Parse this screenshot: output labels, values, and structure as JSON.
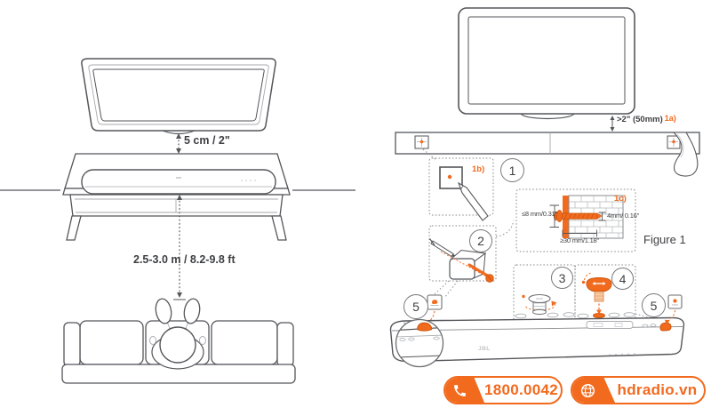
{
  "colors": {
    "accent": "#F26A1D",
    "line": "#55565A"
  },
  "left_diagram": {
    "tv_soundbar_gap": "5 cm / 2\"",
    "listening_distance": "2.5-3.0 m / 8.2-9.8 ft"
  },
  "right_diagram": {
    "wall_gap": ">2\" (50mm)",
    "ref_1a": "1a)",
    "ref_1b": "1b)",
    "ref_1c": "1c)",
    "screw_head_protrusion": "≤8 mm/0.31\"",
    "screw_diameter": "4mm/ 0.16\"",
    "screw_depth": "≥30 mm/1.18\"",
    "figure_caption": "Figure 1",
    "steps": [
      "1",
      "2",
      "3",
      "4",
      "5"
    ],
    "soundbar_logo": "JBL"
  },
  "footer_badges": {
    "phone": "1800.0042",
    "website": "hdradio.vn"
  }
}
